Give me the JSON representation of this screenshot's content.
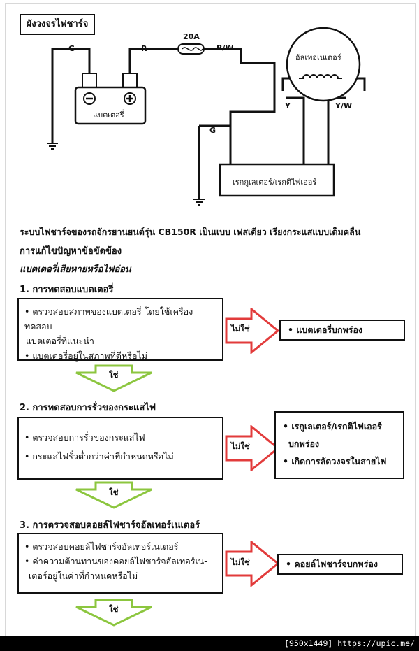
{
  "diagram": {
    "title": "ผังวงจรไฟชาร์จ",
    "labels": {
      "g_left": "G",
      "r": "R",
      "fuse": "20A",
      "rw": "R/W",
      "alternator": "อัลเทอเนเตอร์",
      "y": "Y",
      "yw": "Y/W",
      "battery": "แบตเตอรี่",
      "g_right": "G",
      "regulator": "เรกกูเลเตอร์/เรกติไฟเออร์"
    }
  },
  "intro": {
    "line1": "ระบบไฟชาร์จของรถจักรยานยนต์รุ่น CB150R เป็นแบบ เฟสเดียว เรียงกระแสแบบเต็มคลื่น",
    "line2": "การแก้ไขปัญหาข้อขัดข้อง",
    "line3": "แบตเตอรี่เสียหายหรือไฟอ่อน"
  },
  "steps": [
    {
      "heading": "1. การทดสอบแบตเตอรี่",
      "bullets": [
        "• ตรวจสอบสภาพของแบตเตอรี่ โดยใช้เครื่องทดสอบ",
        "แบตเตอรี่ที่แนะนำ",
        "• แบตเตอรี่อยู่ในสภาพที่ดีหรือไม่"
      ],
      "no_label": "ไม่ใช่",
      "results": [
        "• แบตเตอรี่บกพร่อง"
      ],
      "yes_label": "ใช่"
    },
    {
      "heading": "2. การทดสอบการรั่วของกระแสไฟ",
      "bullets": [
        "• ตรวจสอบการรั่วของกระแสไฟ",
        "• กระแสไฟรั่วต่ำกว่าค่าที่กำหนดหรือไม่"
      ],
      "no_label": "ไม่ใช่",
      "results": [
        "• เรกูเลเตอร์/เรกติไฟเออร์",
        "บกพร่อง",
        "• เกิดการลัดวงจรในสายไฟ"
      ],
      "yes_label": "ใช่"
    },
    {
      "heading": "3. การตรวจสอบคอยล์ไฟชาร์จอัลเทอร์เนเตอร์",
      "bullets": [
        "• ตรวจสอบคอยล์ไฟชาร์จอัลเทอร์เนเตอร์",
        "• ค่าความต้านทานของคอยล์ไฟชาร์จอัลเทอร์เน-",
        "เตอร์อยู่ในค่าที่กำหนดหรือไม่"
      ],
      "no_label": "ไม่ใช่",
      "results": [
        "• คอยล์ไฟชาร์จบกพร่อง"
      ],
      "yes_label": "ใช่"
    }
  ],
  "footer": "[950x1449] https://upic.me/",
  "colors": {
    "no_arrow": "#e23b3b",
    "yes_arrow": "#8cc63f",
    "line": "#111111"
  }
}
